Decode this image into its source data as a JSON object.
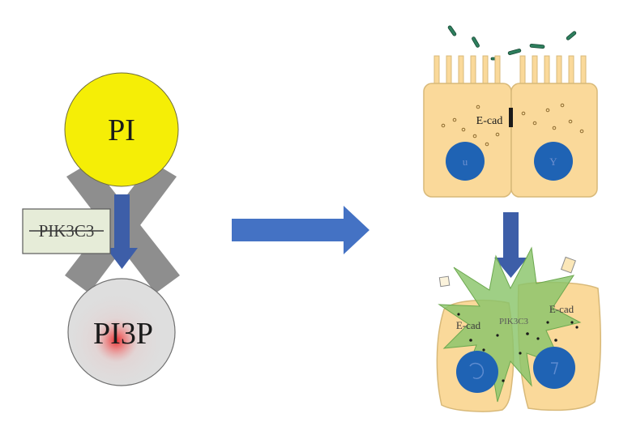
{
  "left_panel": {
    "substrate_label": "PI",
    "enzyme_label": "PIK3C3",
    "product_label": "PI3P",
    "colors": {
      "substrate_fill": "#f5ee06",
      "cross": "#8e8e8e",
      "enzyme_arrow": "#3d5ea8",
      "product_fill": "#dedede",
      "product_glow": "#e8282a"
    }
  },
  "process_arrow_color": "#4472c4",
  "right_panel": {
    "normal_cells": {
      "junction_label": "E-cad",
      "nucleus_marks": [
        "u",
        "Y"
      ]
    },
    "disrupted_cells": {
      "left_label": "E-cad",
      "right_label": "E-cad",
      "center_label": "PIK3C3"
    },
    "colors": {
      "cell_fill": "#fad99a",
      "cell_stroke": "#d8b979",
      "nucleus": "#1f63b4",
      "green_burst": "#8ac46a",
      "junction": "#1a1a1a",
      "bacteria": "#2e7f5e"
    }
  }
}
